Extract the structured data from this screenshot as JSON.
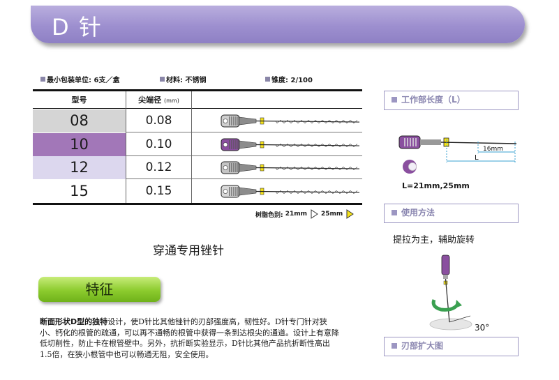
{
  "header": {
    "title": "D 针"
  },
  "specs": {
    "package": "最小包装单位: 6支／盒",
    "material": "材料: 不锈钢",
    "taper": "锥度: 2/100"
  },
  "table": {
    "col_size": "型号",
    "col_tip": "尖端径",
    "col_tip_unit": "(mm)",
    "rows": [
      {
        "size": "08",
        "tip": "0.08",
        "bg": "#d5d5d5",
        "handle": "#cfcfcf"
      },
      {
        "size": "10",
        "tip": "0.10",
        "bg": "#a277b8",
        "handle": "#8a4f9f"
      },
      {
        "size": "12",
        "tip": "0.12",
        "bg": "#dcd7ee",
        "handle": "#c4c4c4"
      },
      {
        "size": "15",
        "tip": "0.15",
        "bg": "#ffffff",
        "handle": "#d8d8d8"
      }
    ]
  },
  "legend": {
    "label": "树脂色别:",
    "opt1": "21mm",
    "opt2": "25mm"
  },
  "subtitle": "穿通专用锉针",
  "feature": {
    "button": "特征",
    "lead": "断面形状D型的独特",
    "body": "设计，使D针比其他锉针的刃部强度高，韧性好。D针专门针对狭小、钙化的根管的疏通，可以再不通畅的根管中获得一条到达根尖的通道。设计上有意降低切削性，防止卡在根管壁中。另外，抗折断实验显示，D针比其他产品抗折断性高出1.5倍，在狭小根管中也可以畅通无阻，安全使用。"
  },
  "right": {
    "work_length_title": "工作部长度（L）",
    "dim_16": "16mm",
    "dim_L": "L",
    "lengths": "L=21mm,25mm",
    "usage_title": "使用方法",
    "usage_text": "提拉为主，辅助旋转",
    "angle": "30°",
    "blade_title": "刃部扩大图"
  },
  "colors": {
    "accent": "#9d8fcf",
    "green": "#8ccb2e",
    "yellow": "#f5e21a",
    "purple": "#8a4f9f"
  }
}
